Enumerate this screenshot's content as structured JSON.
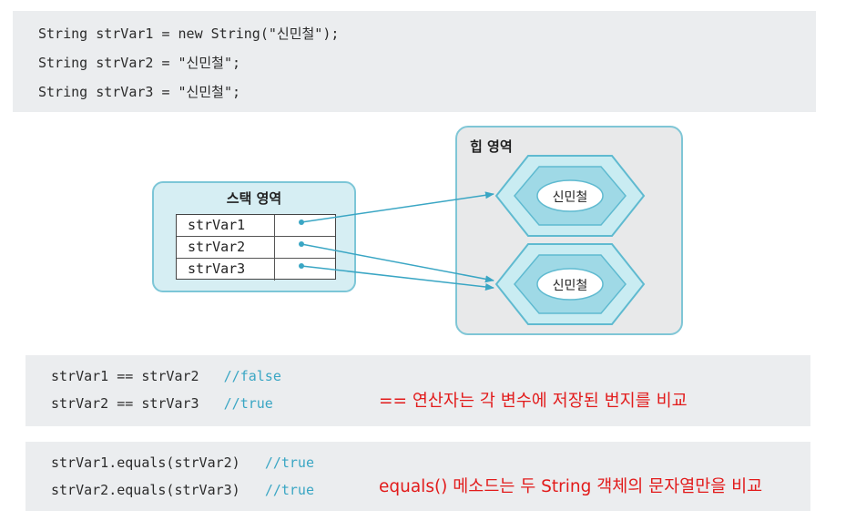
{
  "top_code": {
    "lines": [
      "String strVar1 = new String(\"신민철\");",
      "String strVar2 = \"신민철\";",
      "String strVar3 = \"신민철\";"
    ]
  },
  "stack": {
    "title": "스택 영역",
    "rows": [
      "strVar1",
      "strVar2",
      "strVar3"
    ]
  },
  "heap": {
    "title": "힙 영역",
    "objects": [
      "신민철",
      "신민철"
    ]
  },
  "comparison": {
    "lines": [
      {
        "code": "strVar1 == strVar2   ",
        "comment": "//false"
      },
      {
        "code": "strVar2 == strVar3   ",
        "comment": "//true"
      }
    ],
    "note": "== 연산자는 각 변수에 저장된 번지를 비교"
  },
  "equals": {
    "lines": [
      {
        "code": "strVar1.equals(strVar2)   ",
        "comment": "//true"
      },
      {
        "code": "strVar2.equals(strVar3)   ",
        "comment": "//true"
      }
    ],
    "note": "equals() 메소드는 두 String 객체의 문자열만을 비교"
  },
  "colors": {
    "arrow": "#3aa6c4",
    "note_red": "#e21b1b",
    "hex_fill": "#bfe6ee",
    "hex_border": "#5fbad0"
  }
}
